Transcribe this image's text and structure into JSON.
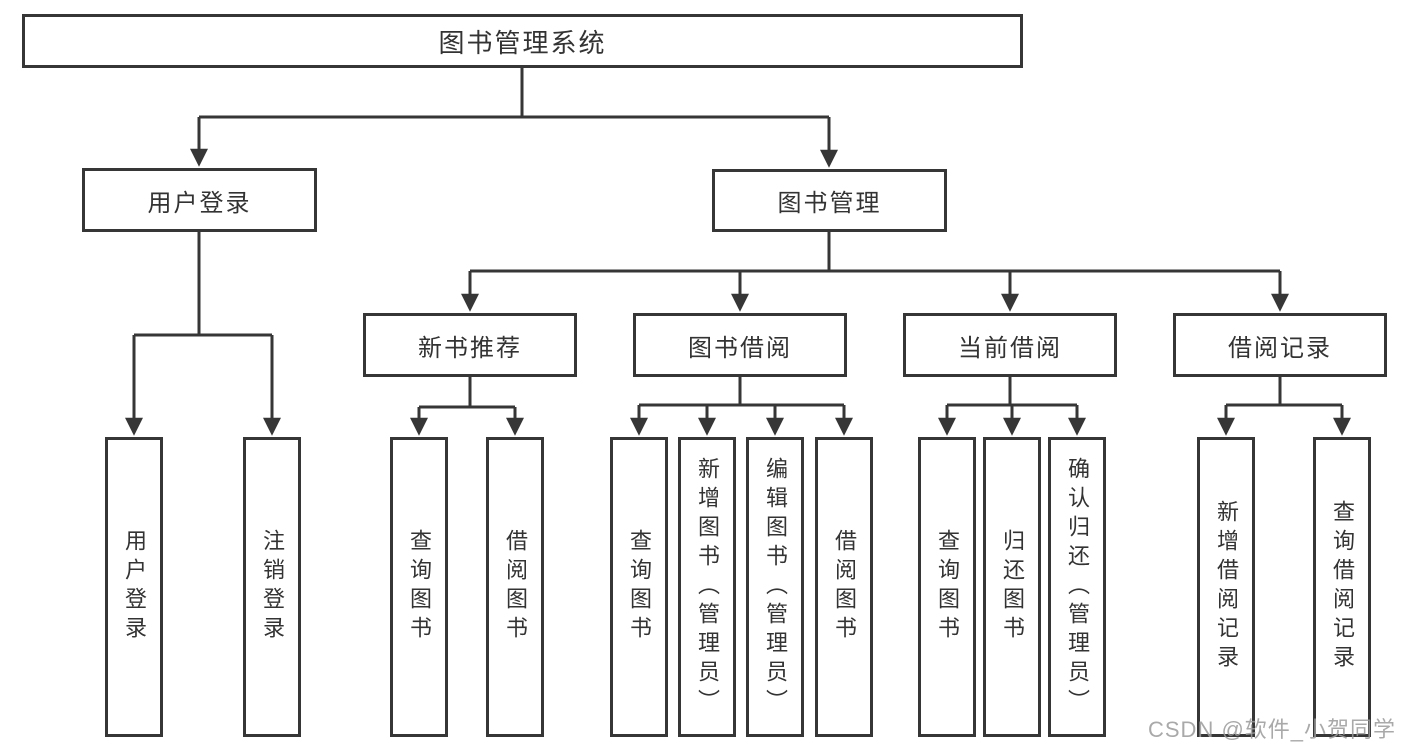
{
  "diagram": {
    "title": "图书管理系统",
    "root": {
      "label": "图书管理系统"
    },
    "level2": [
      {
        "id": "user-login",
        "label": "用户登录"
      },
      {
        "id": "book-management",
        "label": "图书管理"
      }
    ],
    "level3": [
      {
        "id": "new-book-recommend",
        "label": "新书推荐",
        "parent": "book-management"
      },
      {
        "id": "book-borrow",
        "label": "图书借阅",
        "parent": "book-management"
      },
      {
        "id": "current-borrow",
        "label": "当前借阅",
        "parent": "book-management"
      },
      {
        "id": "borrow-records",
        "label": "借阅记录",
        "parent": "book-management"
      }
    ],
    "leaves": [
      {
        "id": "user-login-action",
        "label": "用户登录",
        "parent": "user-login"
      },
      {
        "id": "logout",
        "label": "注销登录",
        "parent": "user-login"
      },
      {
        "id": "query-books-recommend",
        "label": "查询图书",
        "parent": "new-book-recommend"
      },
      {
        "id": "borrow-books-recommend",
        "label": "借阅图书",
        "parent": "new-book-recommend"
      },
      {
        "id": "query-books-borrow",
        "label": "查询图书",
        "parent": "book-borrow"
      },
      {
        "id": "add-books-admin",
        "label": "新增图书（管理员）",
        "parent": "book-borrow"
      },
      {
        "id": "edit-books-admin",
        "label": "编辑图书（管理员）",
        "parent": "book-borrow"
      },
      {
        "id": "borrow-books",
        "label": "借阅图书",
        "parent": "book-borrow"
      },
      {
        "id": "query-books-current",
        "label": "查询图书",
        "parent": "current-borrow"
      },
      {
        "id": "return-books",
        "label": "归还图书",
        "parent": "current-borrow"
      },
      {
        "id": "confirm-return-admin",
        "label": "确认归还（管理员）",
        "parent": "current-borrow"
      },
      {
        "id": "add-borrow-record",
        "label": "新增借阅记录",
        "parent": "borrow-records"
      },
      {
        "id": "query-borrow-record",
        "label": "查询借阅记录",
        "parent": "borrow-records"
      }
    ],
    "watermark": "CSDN @软件_小贺同学",
    "colors": {
      "line": "#363636",
      "text": "#333333",
      "background": "#ffffff",
      "watermark": "#9b9b9b"
    }
  }
}
